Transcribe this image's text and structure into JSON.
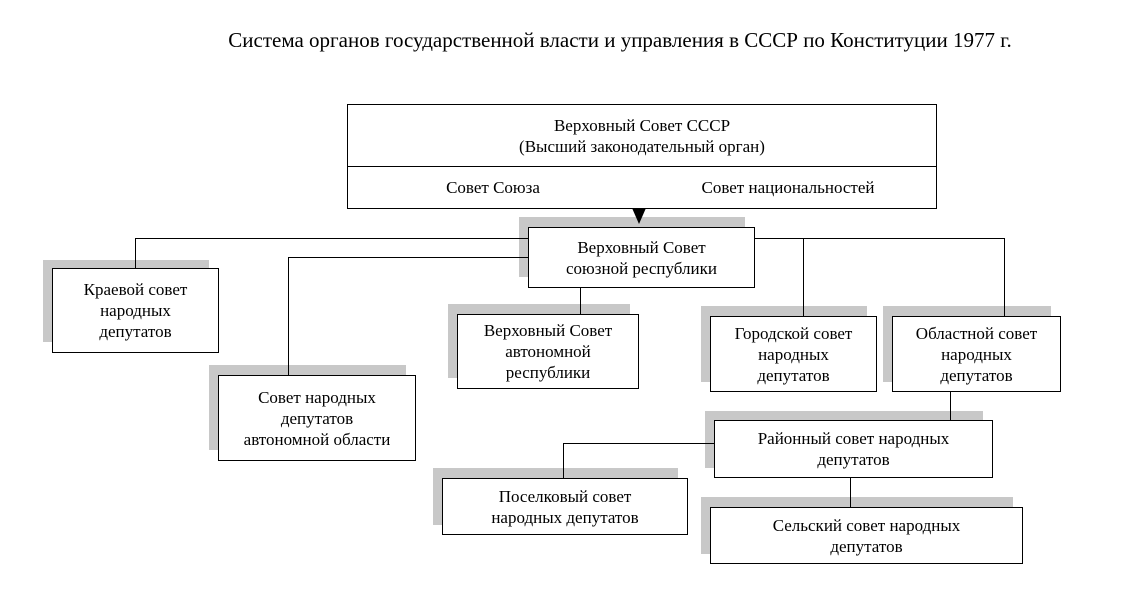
{
  "title": "Система органов государственной власти и управления в СССР по Конституции 1977 г.",
  "supreme_soviet": {
    "name": "Верховный Совет СССР",
    "note": "(Высший законодательный орган)",
    "chambers": [
      "Совет Союза",
      "Совет национальностей"
    ]
  },
  "union_republic": [
    "Верховный Совет",
    "союзной республики"
  ],
  "regional": [
    "Краевой совет",
    "народных",
    "депутатов"
  ],
  "autonomous_region": [
    "Совет народных",
    "депутатов",
    "автономной области"
  ],
  "autonomous_republic": [
    "Верховный Совет",
    "автономной",
    "республики"
  ],
  "city": [
    "Городской совет",
    "народных",
    "депутатов"
  ],
  "oblast": [
    "Областной совет",
    "народных",
    "депутатов"
  ],
  "district": [
    "Районный совет народных",
    "депутатов"
  ],
  "settlement": [
    "Поселковый совет",
    "народных депутатов"
  ],
  "village": [
    "Сельский совет народных",
    "депутатов"
  ]
}
